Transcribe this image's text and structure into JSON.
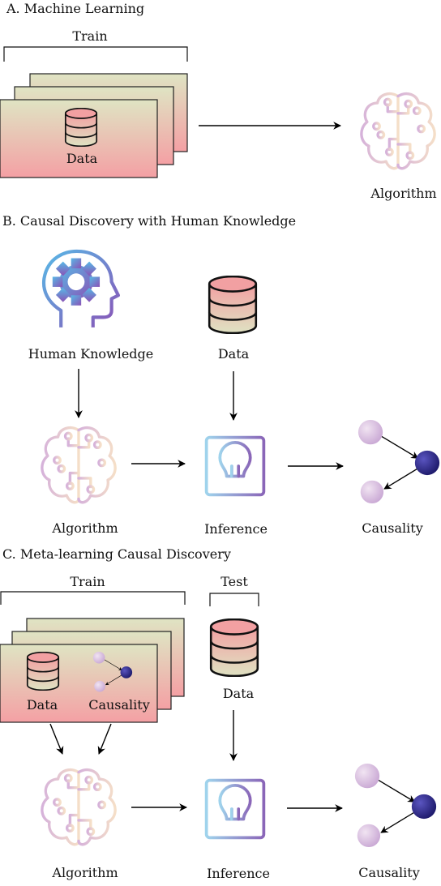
{
  "section_a": {
    "title": "A. Machine Learning",
    "train_label": "Train",
    "data_label": "Data",
    "algorithm_label": "Algorithm"
  },
  "section_b": {
    "title": "B. Causal Discovery with Human Knowledge",
    "human_knowledge_label": "Human Knowledge",
    "data_label": "Data",
    "algorithm_label": "Algorithm",
    "inference_label": "Inference",
    "causality_label": "Causality"
  },
  "section_c": {
    "title": "C. Meta-learning Causal Discovery",
    "train_label": "Train",
    "test_label": "Test",
    "data_label_frame": "Data",
    "causality_label_frame": "Causality",
    "data_label": "Data",
    "algorithm_label": "Algorithm",
    "inference_label": "Inference",
    "causality_label": "Causality"
  },
  "colors": {
    "frame_top": "#dfe3c4",
    "frame_bottom": "#f3a0a4",
    "brain_pink": "#dcb8dc",
    "brain_peach": "#f4dcc6",
    "chip_blue": "#9fd0ea",
    "chip_purple": "#8f6cbc",
    "node_light": "#e2cde6",
    "node_dark": "#2f2a8c",
    "head_blue": "#6fa9e0",
    "head_purple": "#8559b8"
  },
  "icons": [
    "database-icon",
    "brain-circuit-icon",
    "head-gear-icon",
    "lightbulb-chip-icon",
    "causal-graph-icon"
  ]
}
